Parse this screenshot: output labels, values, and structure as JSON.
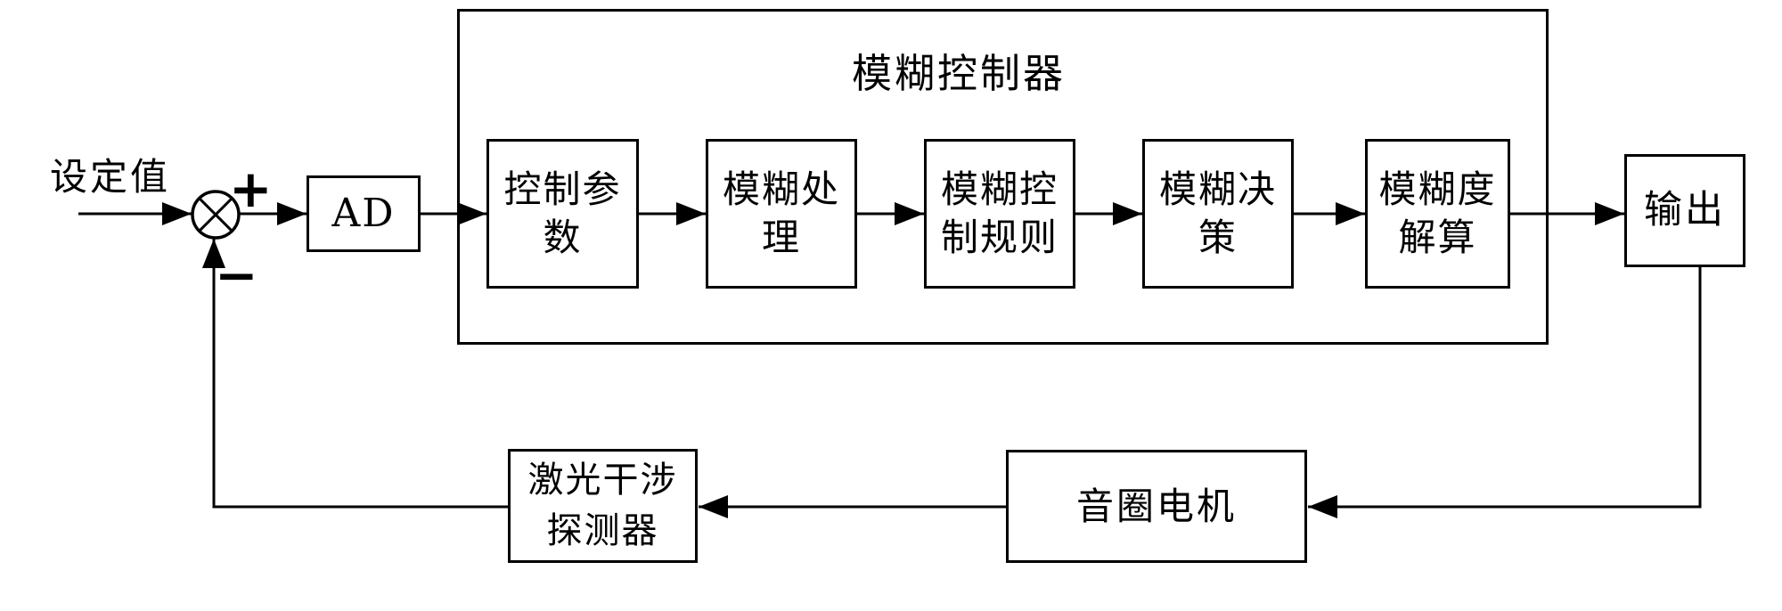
{
  "diagram": {
    "background_color": "#ffffff",
    "line_color": "#000000",
    "setpoint_label": "设定值",
    "summing_junction": {
      "plus": "+",
      "minus": "−"
    },
    "ad_block_label": "AD",
    "fuzzy_controller": {
      "title": "模糊控制器",
      "blocks": [
        {
          "line1": "控制参",
          "line2": "数"
        },
        {
          "line1": "模糊处",
          "line2": "理"
        },
        {
          "line1": "模糊控",
          "line2": "制规则"
        },
        {
          "line1": "模糊决",
          "line2": "策"
        },
        {
          "line1": "模糊度",
          "line2": "解算"
        }
      ]
    },
    "output_block_label": "输出",
    "voice_coil_motor_label": "音圈电机",
    "laser_detector": {
      "line1": "激光干涉",
      "line2": "探测器"
    }
  }
}
